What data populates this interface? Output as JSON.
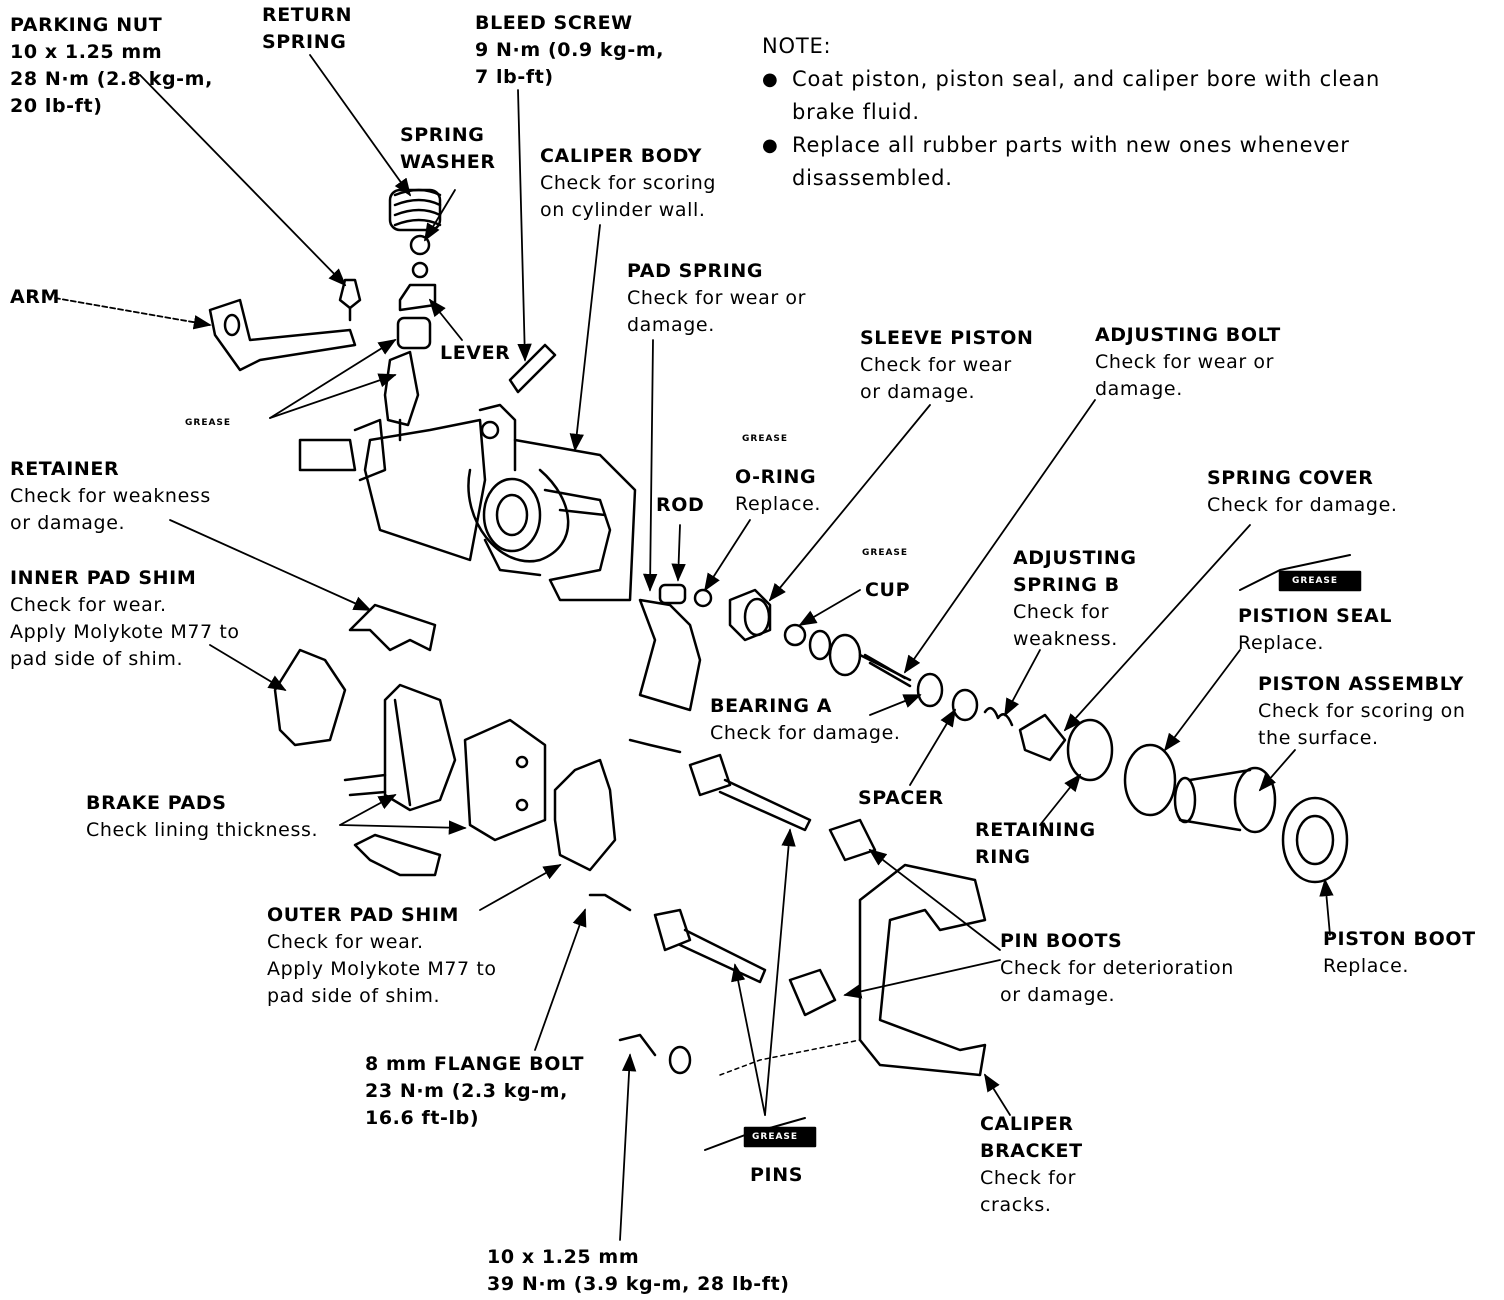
{
  "note": {
    "heading": "NOTE:",
    "items": [
      "Coat piston, piston seal, and caliper bore with clean brake fluid.",
      "Replace all rubber parts with new ones whenever disassembled."
    ]
  },
  "grease_tag": "GREASE",
  "labels": {
    "parking_nut": {
      "title": "PARKING NUT",
      "lines": [
        "10 x 1.25 mm",
        "28 N·m (2.8 kg-m,",
        "20 lb-ft)"
      ]
    },
    "return_spring": {
      "title": "RETURN",
      "lines": [
        "SPRING"
      ]
    },
    "bleed_screw": {
      "title": "BLEED SCREW",
      "lines": [
        "9 N·m (0.9 kg-m,",
        "7 lb-ft)"
      ]
    },
    "spring_washer": {
      "title": "SPRING",
      "lines": [
        "WASHER"
      ]
    },
    "caliper_body": {
      "title": "CALIPER BODY",
      "lines": [
        "Check for scoring",
        "on cylinder wall."
      ]
    },
    "arm": {
      "title": "ARM"
    },
    "lever": {
      "title": "LEVER"
    },
    "pad_spring": {
      "title": "PAD SPRING",
      "lines": [
        "Check for wear or",
        "damage."
      ]
    },
    "sleeve_piston": {
      "title": "SLEEVE PISTON",
      "lines": [
        "Check for wear",
        "or damage."
      ]
    },
    "adjusting_bolt": {
      "title": "ADJUSTING BOLT",
      "lines": [
        "Check for wear or",
        "damage."
      ]
    },
    "retainer": {
      "title": "RETAINER",
      "lines": [
        "Check for weakness",
        "or damage."
      ]
    },
    "o_ring": {
      "title": "O-RING",
      "lines": [
        "Replace."
      ]
    },
    "rod": {
      "title": "ROD"
    },
    "spring_cover": {
      "title": "SPRING COVER",
      "lines": [
        "Check for damage."
      ]
    },
    "cup": {
      "title": "CUP"
    },
    "adjusting_spring_b": {
      "title": "ADJUSTING",
      "lines": [
        "SPRING B"
      ],
      "desc": [
        "Check for",
        "weakness."
      ]
    },
    "inner_pad_shim": {
      "title": "INNER PAD SHIM",
      "lines": [
        "Check for wear.",
        "Apply Molykote M77 to",
        "pad side of shim."
      ]
    },
    "piston_seal": {
      "title": "PISTION SEAL",
      "lines": [
        "Replace."
      ]
    },
    "piston_assembly": {
      "title": "PISTON ASSEMBLY",
      "lines": [
        "Check for scoring on",
        "the surface."
      ]
    },
    "bearing_a": {
      "title": "BEARING A",
      "lines": [
        "Check for damage."
      ]
    },
    "spacer": {
      "title": "SPACER"
    },
    "brake_pads": {
      "title": "BRAKE PADS",
      "lines": [
        "Check lining thickness."
      ]
    },
    "retaining_ring": {
      "title": "RETAINING",
      "lines": [
        "RING"
      ]
    },
    "outer_pad_shim": {
      "title": "OUTER PAD SHIM",
      "lines": [
        "Check for wear.",
        "Apply Molykote M77 to",
        "pad side of shim."
      ]
    },
    "pin_boots": {
      "title": "PIN BOOTS",
      "lines": [
        "Check for deterioration",
        "or damage."
      ]
    },
    "piston_boot": {
      "title": "PISTON BOOT",
      "lines": [
        "Replace."
      ]
    },
    "flange_bolt": {
      "title": "8 mm FLANGE BOLT",
      "lines": [
        "23 N·m (2.3 kg-m,",
        "16.6 ft-lb)"
      ]
    },
    "caliper_bracket": {
      "title": "CALIPER",
      "lines": [
        "BRACKET"
      ],
      "desc": [
        "Check for",
        "cracks."
      ]
    },
    "pins": {
      "title": "PINS"
    },
    "bracket_bolt": {
      "lines": [
        "10 x 1.25 mm",
        "39 N·m (3.9 kg-m, 28 lb-ft)"
      ]
    }
  }
}
